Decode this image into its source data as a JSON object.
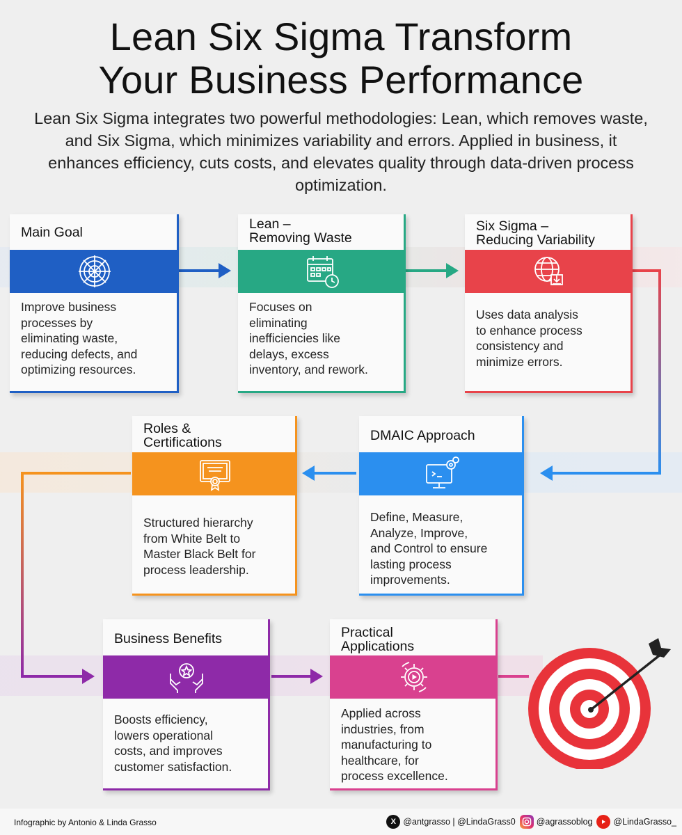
{
  "title_line1": "Lean Six Sigma Transform",
  "title_line2": "Your Business Performance",
  "subtitle": "Lean Six Sigma integrates two powerful methodologies: Lean, which removes waste, and Six Sigma, which minimizes variability and errors. Applied in business, it enhances efficiency, cuts costs, and elevates quality through data-driven process optimization.",
  "cards": [
    {
      "title": "Main Goal",
      "desc": "Improve business\nprocesses by\neliminating waste,\nreducing defects, and\noptimizing resources.",
      "color": "#1f5fc4",
      "icon": "target-wheel-icon"
    },
    {
      "title": "Lean –\nRemoving Waste",
      "desc": "Focuses on\neliminating\ninefficiencies like\ndelays, excess\ninventory, and rework.",
      "color": "#27a884",
      "icon": "calendar-clock-icon"
    },
    {
      "title": "Six Sigma –\nReducing Variability",
      "desc": "Uses data analysis\nto enhance process\nconsistency and\nminimize errors.",
      "color": "#e8434a",
      "icon": "globe-download-icon"
    },
    {
      "title": "DMAIC Approach",
      "desc": "Define, Measure,\nAnalyze, Improve,\nand Control to ensure\nlasting process\nimprovements.",
      "color": "#2b8fef",
      "icon": "monitor-gears-icon"
    },
    {
      "title": "Roles &\nCertifications",
      "desc": "Structured hierarchy\nfrom White Belt to\nMaster Black Belt for\nprocess leadership.",
      "color": "#f5931e",
      "icon": "certificate-icon"
    },
    {
      "title": "Business Benefits",
      "desc": "Boosts efficiency,\nlowers operational\ncosts, and improves\ncustomer satisfaction.",
      "color": "#8e2aa8",
      "icon": "hands-star-icon"
    },
    {
      "title": "Practical\nApplications",
      "desc": "Applied across\nindustries, from\nmanufacturing to\nhealthcare, for\nprocess excellence.",
      "color": "#d9418f",
      "icon": "gear-play-icon"
    }
  ],
  "footer": {
    "credit": "Infographic by Antonio & Linda Grasso",
    "x_handle": "@antgrasso | @LindaGrass0",
    "instagram_handle": "@agrassoblog",
    "youtube_handle": "@LindaGrasso_"
  },
  "colors": {
    "blue": "#1f5fc4",
    "green": "#27a884",
    "red": "#e8434a",
    "sky": "#2b8fef",
    "orange": "#f5931e",
    "purple": "#8e2aa8",
    "pink": "#d9418f"
  }
}
